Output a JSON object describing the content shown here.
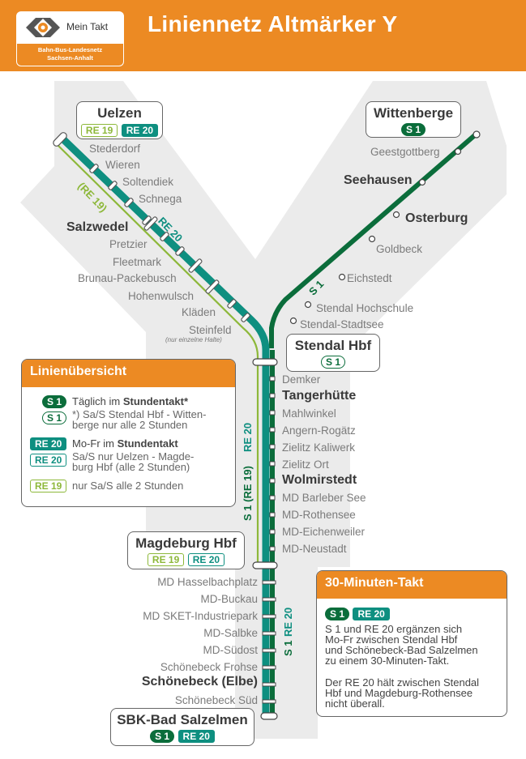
{
  "header": {
    "title": "Liniennetz Altmärker Y",
    "logo_name": "Mein Takt",
    "logo_sub_1": "Bahn-Bus-Landesnetz",
    "logo_sub_2": "Sachsen-Anhalt"
  },
  "colors": {
    "orange": "#ec8a23",
    "s1": "#0b6d3b",
    "re20": "#0e8f80",
    "re19": "#8db83a",
    "bg_shape": "#ebebeb"
  },
  "lines": {
    "s1": "S 1",
    "re20": "RE 20",
    "re19": "RE 19",
    "re19_paren": "(RE 19)",
    "s1_re19": "S 1 (RE 19)"
  },
  "terminals": {
    "uelzen": {
      "name": "Uelzen"
    },
    "wittenberge": {
      "name": "Wittenberge"
    },
    "stendal": {
      "name": "Stendal Hbf"
    },
    "magdeburg": {
      "name": "Magdeburg Hbf"
    },
    "salzelmen": {
      "name": "SBK-Bad Salzelmen"
    }
  },
  "stations": {
    "west": [
      "Stederdorf",
      "Wieren",
      "Soltendiek",
      "Schnega",
      "Salzwedel",
      "Pretzier",
      "Fleetmark",
      "Brunau-Packebusch",
      "Hohenwulsch",
      "Kläden",
      "Steinfeld"
    ],
    "steinfeld_note": "(nur einzelne Halte)",
    "east": [
      "Geestgottberg",
      "Seehausen",
      "Osterburg",
      "Goldbeck",
      "Eichstedt",
      "Stendal Hochschule",
      "Stendal-Stadtsee"
    ],
    "south1": [
      "Demker",
      "Tangerhütte",
      "Mahlwinkel",
      "Angern-Rogätz",
      "Zielitz Kaliwerk",
      "Zielitz Ort",
      "Wolmirstedt",
      "MD Barleber See",
      "MD-Rothensee",
      "MD-Eichenweiler",
      "MD-Neustadt"
    ],
    "south2": [
      "MD Hasselbachplatz",
      "MD-Buckau",
      "MD SKET-Industriepark",
      "MD-Salbke",
      "MD-Südost",
      "Schönebeck Frohse",
      "Schönebeck (Elbe)",
      "Schönebeck Süd"
    ]
  },
  "overview": {
    "title": "Linienübersicht",
    "s1_text_a": "Täglich im ",
    "s1_text_b": "Stundentakt*",
    "s1_note": "*) Sa/S Stendal Hbf - Witten-",
    "s1_note2": "berge nur alle 2 Stunden",
    "re20_text_a": "Mo-Fr im ",
    "re20_text_b": "Stundentakt",
    "re20_note": "Sa/S nur Uelzen - Magde-",
    "re20_note2": "burg Hbf (alle 2 Stunden)",
    "re19_text": "nur Sa/S alle 2 Stunden"
  },
  "takt": {
    "title": "30-Minuten-Takt",
    "p1": [
      "S 1 und RE 20 ergänzen sich",
      "Mo-Fr zwischen Stendal Hbf",
      "und Schönebeck-Bad Salzelmen",
      "zu einem 30-Minuten-Takt."
    ],
    "p2": [
      "Der RE 20 hält zwischen Stendal",
      "Hbf und Magdeburg-Rothensee",
      "nicht überall."
    ]
  }
}
